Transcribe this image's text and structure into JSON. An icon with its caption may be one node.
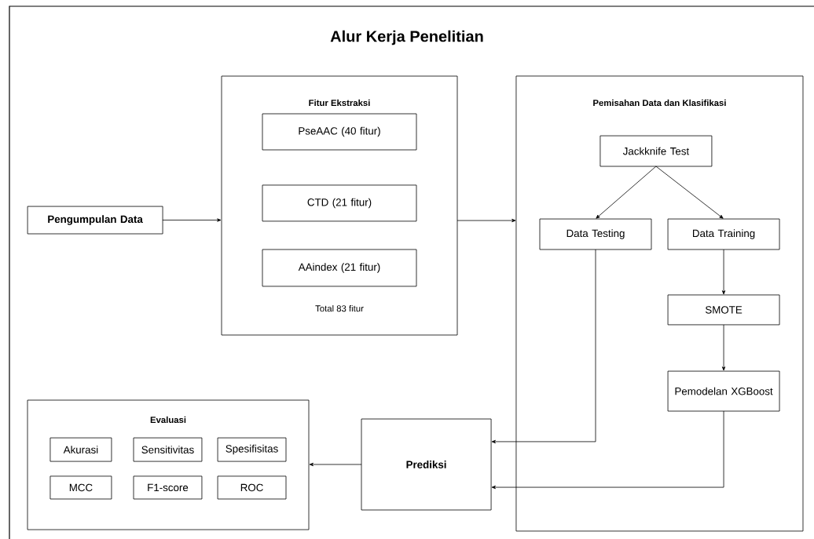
{
  "diagram": {
    "title": "Alur Kerja Penelitian",
    "nodes": [
      {
        "text": [
          "Pengumpulan Data"
        ]
      },
      {
        "text": [
          "Fitur Ekstraksi",
          "Total 83 fitur"
        ]
      },
      {
        "text": [
          "PseAAC (40 fitur)"
        ],
        "in": 1
      },
      {
        "text": [
          "CTD (21 fitur)"
        ],
        "in": 1
      },
      {
        "text": [
          "AAindex (21 fitur)"
        ],
        "in": 1
      },
      {
        "text": [
          "Pemisahan Data dan Klasifikasi"
        ]
      },
      {
        "text": [
          "Jackknife Test"
        ],
        "in": 5
      },
      {
        "text": [
          "Data Testing"
        ],
        "in": 5
      },
      {
        "text": [
          "Data Training"
        ],
        "in": 5
      },
      {
        "text": [
          "SMOTE"
        ],
        "in": 5
      },
      {
        "text": [
          "Pemodelan XGBoost"
        ],
        "in": 5
      },
      {
        "text": [
          "Evaluasi"
        ]
      },
      {
        "text": [
          "Akurasi"
        ],
        "in": 11
      },
      {
        "text": [
          "Sensitivitas"
        ],
        "in": 11
      },
      {
        "text": [
          "Spesifisitas"
        ],
        "in": 11
      },
      {
        "text": [
          "MCC"
        ],
        "in": 11
      },
      {
        "text": [
          "F1-score"
        ],
        "in": 11
      },
      {
        "text": [
          "ROC"
        ],
        "in": 11
      },
      {
        "text": [
          "Prediksi"
        ]
      }
    ],
    "edges": [
      {
        "from": 0,
        "to": 1,
        "arrow": "to"
      },
      {
        "from": 1,
        "to": 5,
        "arrow": "to"
      },
      {
        "from": 6,
        "to": 7,
        "arrow": "to"
      },
      {
        "from": 6,
        "to": 8,
        "arrow": "to"
      },
      {
        "from": 8,
        "to": 9,
        "arrow": "to"
      },
      {
        "from": 9,
        "to": 10,
        "arrow": "to"
      },
      {
        "from": 7,
        "to": 18,
        "arrow": "to"
      },
      {
        "from": 10,
        "to": 18,
        "arrow": "to"
      },
      {
        "from": 18,
        "to": 11,
        "arrow": "to"
      }
    ]
  }
}
